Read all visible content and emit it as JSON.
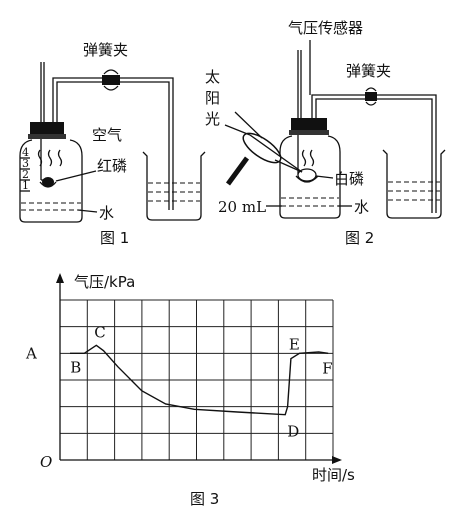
{
  "fig1": {
    "caption": "图 1",
    "clamp_label": "弹簧夹",
    "air_label": "空气",
    "phosphorus_label": "红磷",
    "water_label": "水",
    "scale_marks": [
      "4",
      "3",
      "2",
      "1"
    ]
  },
  "fig2": {
    "caption": "图 2",
    "sensor_label": "气压传感器",
    "clamp_label": "弹簧夹",
    "sun_label_1": "太",
    "sun_label_2": "阳",
    "sun_label_3": "光",
    "phosphorus_label": "白磷",
    "water_volume_label": "20 mL",
    "water_label": "水"
  },
  "fig3": {
    "caption": "图 3",
    "y_axis_label": "气压/kPa",
    "x_axis_label": "时间/s",
    "origin_label": "O",
    "point_labels": {
      "A": "A",
      "B": "B",
      "C": "C",
      "D": "D",
      "E": "E",
      "F": "F"
    },
    "chart_data": {
      "type": "line",
      "title": "",
      "xlabel": "时间/s",
      "ylabel": "气压/kPa",
      "grid": true,
      "series": [
        {
          "points": [
            [
              0,
              4.0
            ],
            [
              0.3,
              4.0
            ],
            [
              0.55,
              4.3
            ],
            [
              0.7,
              4.1
            ],
            [
              1.0,
              3.5
            ],
            [
              1.5,
              2.6
            ],
            [
              2.0,
              2.1
            ],
            [
              2.6,
              1.9
            ],
            [
              3.5,
              1.8
            ],
            [
              4.5,
              1.7
            ],
            [
              4.55,
              2.0
            ],
            [
              4.62,
              3.8
            ],
            [
              4.8,
              4.0
            ],
            [
              5.2,
              4.05
            ],
            [
              5.4,
              4.0
            ]
          ]
        }
      ],
      "points": {
        "A": [
          0,
          4.0
        ],
        "B": [
          0.3,
          4.0
        ],
        "C": [
          0.55,
          4.3
        ],
        "D": [
          4.5,
          1.7
        ],
        "E": [
          4.62,
          3.8
        ],
        "F": [
          5.4,
          4.0
        ]
      }
    }
  }
}
